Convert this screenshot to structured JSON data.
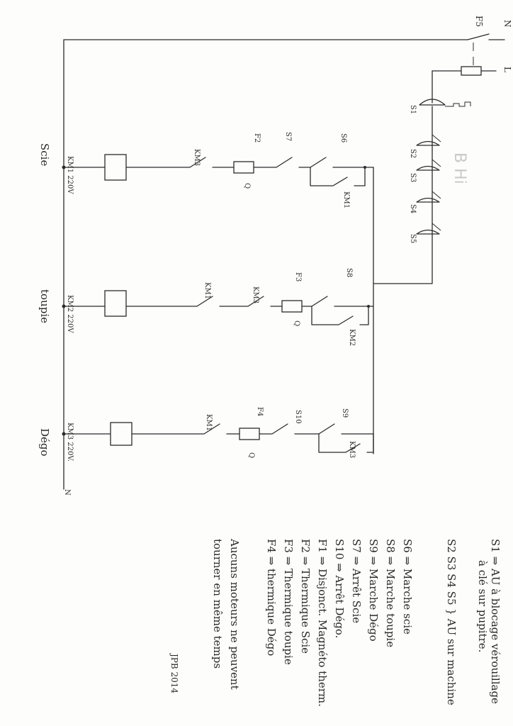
{
  "schema": {
    "top_left": "F5",
    "top_marks": [
      "N",
      "L"
    ],
    "start_buttons": [
      "S1",
      "S2",
      "S3",
      "S4",
      "S5"
    ],
    "faint_mark": "B Hi",
    "branches": [
      {
        "motor": "Scie",
        "coil": "KM1 220V",
        "s_stop": "S7",
        "s_start": "S6",
        "fuse": "F2",
        "fuse_sub": "Q",
        "interlocks": [
          "KM3"
        ],
        "self_hold": "KM1"
      },
      {
        "motor": "toupie",
        "coil": "KM2 220V",
        "s_stop": "",
        "s_start": "S8",
        "fuse": "F3",
        "fuse_sub": "Q",
        "interlocks": [
          "KM1",
          "KM3"
        ],
        "self_hold": "KM2"
      },
      {
        "motor": "Dégo",
        "coil": "KM3 220V.",
        "s_stop": "S10",
        "s_start": "S9",
        "fuse": "F4",
        "fuse_sub": "Q",
        "interlocks": [
          "KM1"
        ],
        "self_hold": "KM3"
      }
    ],
    "neutral_mark": "N"
  },
  "legend": {
    "lines": [
      "S1 ⇒ AU à blocage vérouillage",
      "à clé sur pupitre.",
      "S2 S3 S4 S5 } AU sur machine",
      "S6 ⇒ Marche scie",
      "S8 ⇒ Marche toupie",
      "S9 ⇒ Marche Dégo",
      "S7 ⇒ Arrêt Scie",
      "S10 ⇒ Arrêt Dégo.",
      "F1 ⇒ Disjonct. Magnéto therm.",
      "F2 ⇒ Thermique Scie",
      "F3 ⇒ Thermique toupie",
      "F4 ⇒ thermique Dégo",
      "Aucuns moteurs ne peuvent",
      "tourner en même temps"
    ],
    "signature": "JPB 2014"
  }
}
